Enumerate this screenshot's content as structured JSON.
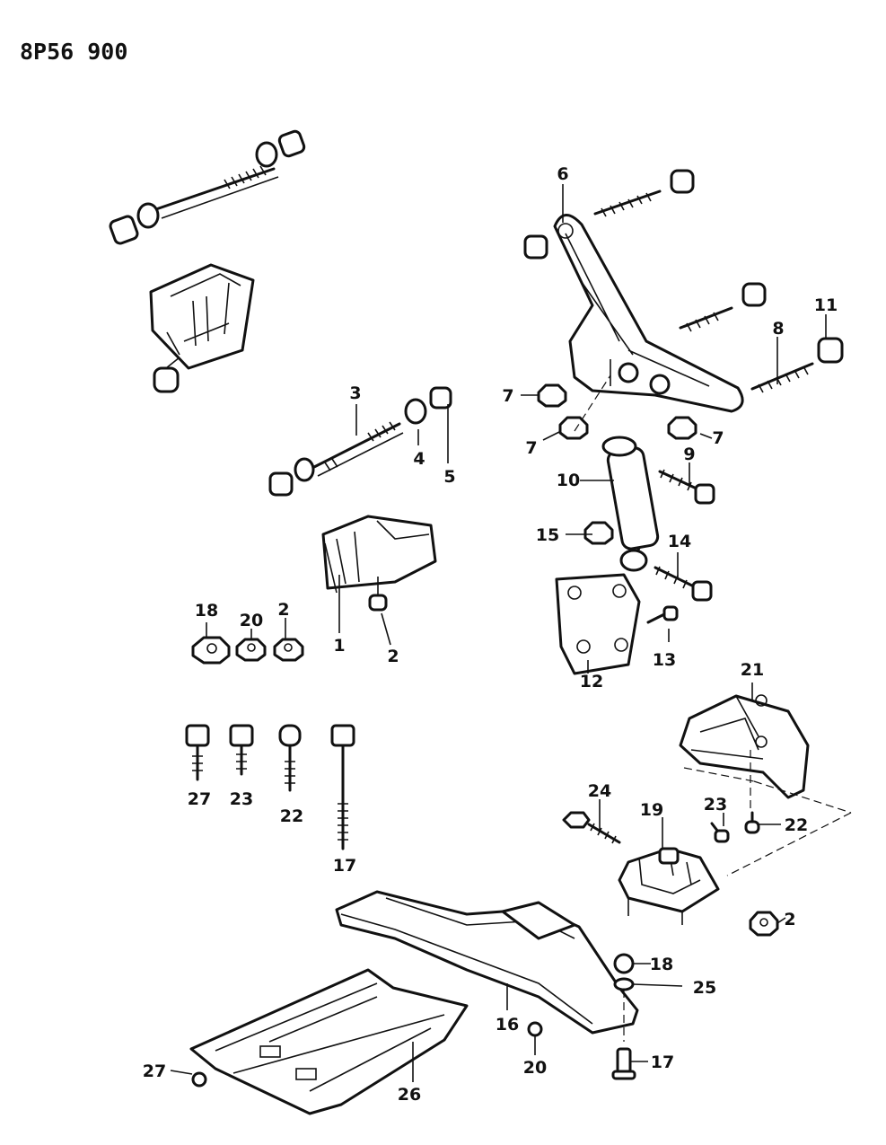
{
  "document_ref": "8P56 900",
  "callouts": [
    {
      "id": "c1",
      "text": "1"
    },
    {
      "id": "c2a",
      "text": "2"
    },
    {
      "id": "c2b",
      "text": "2"
    },
    {
      "id": "c2c",
      "text": "2"
    },
    {
      "id": "c3",
      "text": "3"
    },
    {
      "id": "c4",
      "text": "4"
    },
    {
      "id": "c5",
      "text": "5"
    },
    {
      "id": "c6",
      "text": "6"
    },
    {
      "id": "c7a",
      "text": "7"
    },
    {
      "id": "c7b",
      "text": "7"
    },
    {
      "id": "c7c",
      "text": "7"
    },
    {
      "id": "c8",
      "text": "8"
    },
    {
      "id": "c9",
      "text": "9"
    },
    {
      "id": "c10",
      "text": "10"
    },
    {
      "id": "c11",
      "text": "11"
    },
    {
      "id": "c12",
      "text": "12"
    },
    {
      "id": "c13",
      "text": "13"
    },
    {
      "id": "c14",
      "text": "14"
    },
    {
      "id": "c15",
      "text": "15"
    },
    {
      "id": "c16",
      "text": "16"
    },
    {
      "id": "c17a",
      "text": "17"
    },
    {
      "id": "c17b",
      "text": "17"
    },
    {
      "id": "c18a",
      "text": "18"
    },
    {
      "id": "c18b",
      "text": "18"
    },
    {
      "id": "c19",
      "text": "19"
    },
    {
      "id": "c20a",
      "text": "20"
    },
    {
      "id": "c20b",
      "text": "20"
    },
    {
      "id": "c21",
      "text": "21"
    },
    {
      "id": "c22a",
      "text": "22"
    },
    {
      "id": "c22b",
      "text": "22"
    },
    {
      "id": "c23a",
      "text": "23"
    },
    {
      "id": "c23b",
      "text": "23"
    },
    {
      "id": "c24",
      "text": "24"
    },
    {
      "id": "c25",
      "text": "25"
    },
    {
      "id": "c26",
      "text": "26"
    },
    {
      "id": "c27a",
      "text": "27"
    },
    {
      "id": "c27b",
      "text": "27"
    }
  ]
}
